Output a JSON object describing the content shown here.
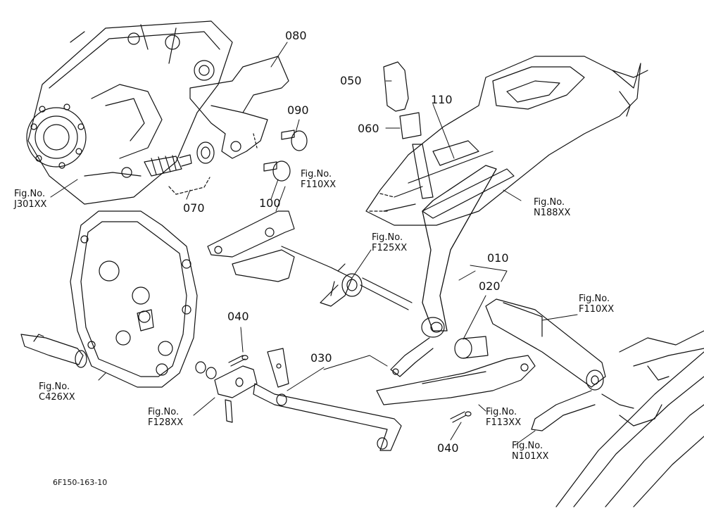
{
  "diagram": {
    "part_numbers": {
      "p010": "010",
      "p020": "020",
      "p030": "030",
      "p040a": "040",
      "p040b": "040",
      "p050": "050",
      "p060": "060",
      "p070": "070",
      "p080": "080",
      "p090": "090",
      "p100": "100",
      "p110": "110"
    },
    "figure_refs": {
      "j301": {
        "line1": "Fig.No.",
        "line2": "J301XX"
      },
      "f110a": {
        "line1": "Fig.No.",
        "line2": "F110XX"
      },
      "f125": {
        "line1": "Fig.No.",
        "line2": "F125XX"
      },
      "n188": {
        "line1": "Fig.No.",
        "line2": "N188XX"
      },
      "f110b": {
        "line1": "Fig.No.",
        "line2": "F110XX"
      },
      "c426": {
        "line1": "Fig.No.",
        "line2": "C426XX"
      },
      "f128": {
        "line1": "Fig.No.",
        "line2": "F128XX"
      },
      "f113": {
        "line1": "Fig.No.",
        "line2": "F113XX"
      },
      "n101": {
        "line1": "Fig.No.",
        "line2": "N101XX"
      }
    },
    "drawing_code": "6F150-163-10",
    "line_color": "#111111",
    "background": "#ffffff"
  }
}
